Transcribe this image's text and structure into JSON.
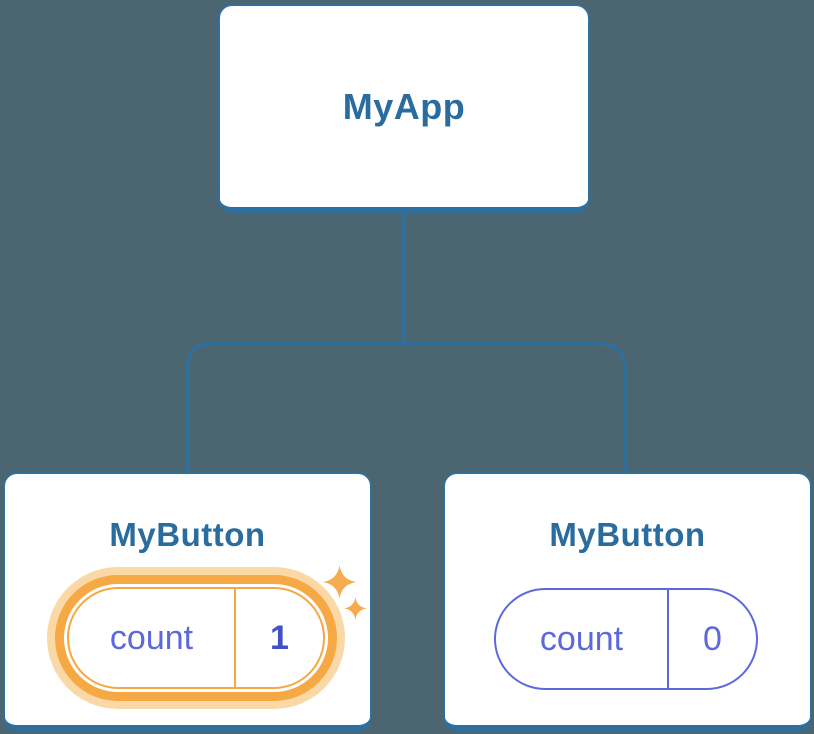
{
  "diagram": {
    "type": "component-tree",
    "background": "#4C6671",
    "root": {
      "label": "MyApp"
    },
    "children": [
      {
        "label": "MyButton",
        "highlighted": true,
        "state": {
          "key": "count",
          "value": "1"
        }
      },
      {
        "label": "MyButton",
        "highlighted": false,
        "state": {
          "key": "count",
          "value": "0"
        }
      }
    ],
    "colors": {
      "card_border": "#2E6F9E",
      "connector_line": "#2E6F9E",
      "title_text": "#2B6C9F",
      "state_text": "#5C68DC",
      "state_value_highlighted": "#4050C8",
      "highlight_ring": "#F5A843",
      "highlight_halo": "#FBD9A6",
      "sparkle": "#F6AC4E"
    }
  }
}
